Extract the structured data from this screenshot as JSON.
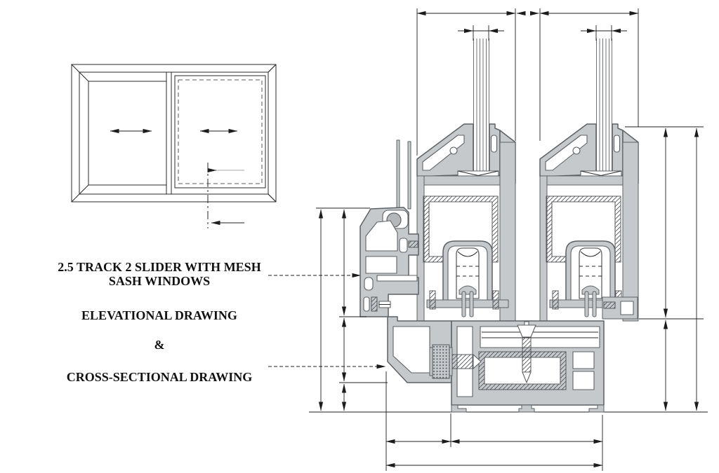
{
  "title_block": {
    "lines": [
      "2.5 TRACK 2 SLIDER WITH MESH",
      "SASH WINDOWS",
      "ELEVATIONAL DRAWING",
      "&",
      "CROSS-SECTIONAL DRAWING"
    ]
  },
  "drawing": {
    "views": [
      "elevation",
      "cross-section"
    ],
    "elevation_parts": [
      "outer-frame",
      "sliding-glass-panel",
      "mesh-sash-panel",
      "slide-direction-arrows",
      "sash-centre-marker"
    ],
    "cross_section_parts": [
      "left-jamb-profile",
      "sliding-sash-left",
      "sliding-sash-right",
      "glazing",
      "roller-wheel",
      "mesh-liner-panel",
      "corner-adapter-profile",
      "sill-track-profile",
      "reinforcement-box",
      "horizontal-screw",
      "vertical-screw",
      "guide-adapter"
    ],
    "dimension_values_shown": []
  },
  "colors": {
    "background": "#ffffff",
    "profile_fill": "#c6c9cc",
    "profile_outline": "#5d6165",
    "drawing_line": "#1f1f1f",
    "roller_fill": "#b4b8bb"
  }
}
